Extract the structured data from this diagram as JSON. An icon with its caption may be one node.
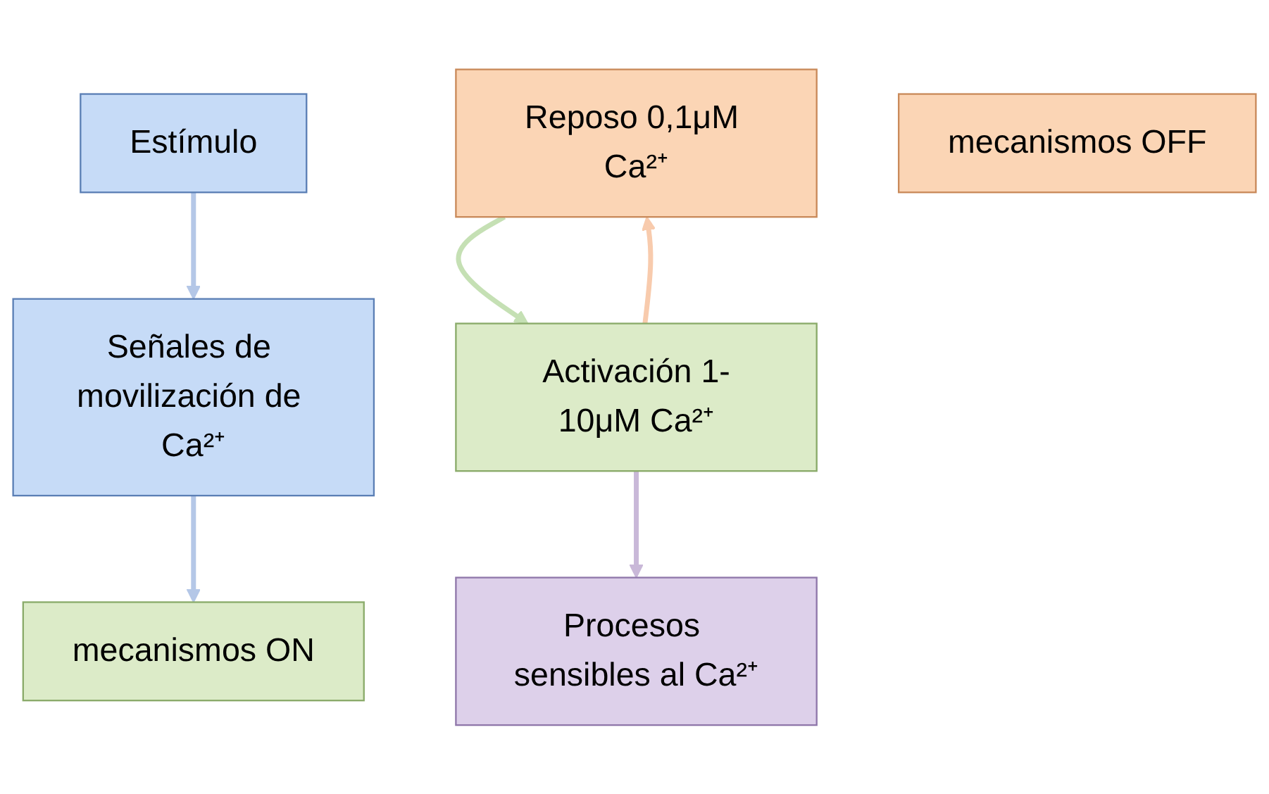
{
  "diagram": {
    "nodes": [
      {
        "text": [
          "Estímulo"
        ]
      },
      {
        "text": [
          "Señales de movilización de Ca²⁺"
        ]
      },
      {
        "text": [
          "mecanismos ON"
        ]
      },
      {
        "text": [
          "Reposo 0,1μM Ca²⁺"
        ]
      },
      {
        "text": [
          "Activación 1-10μM Ca²⁺"
        ]
      },
      {
        "text": [
          "Procesos sensibles al Ca²⁺"
        ]
      },
      {
        "text": [
          "mecanismos OFF"
        ]
      }
    ],
    "edges": [
      {
        "from": 0,
        "to": 1,
        "arrow": "to",
        "color": "#b4c7e7"
      },
      {
        "from": 1,
        "to": 2,
        "arrow": "to",
        "color": "#b4c7e7"
      },
      {
        "from": 3,
        "to": 4,
        "arrow": "to",
        "color": "#c5e0b4"
      },
      {
        "from": 4,
        "to": 3,
        "arrow": "to",
        "color": "#f8cbad"
      },
      {
        "from": 4,
        "to": 5,
        "arrow": "to",
        "color": "#c9b8d8"
      }
    ]
  }
}
